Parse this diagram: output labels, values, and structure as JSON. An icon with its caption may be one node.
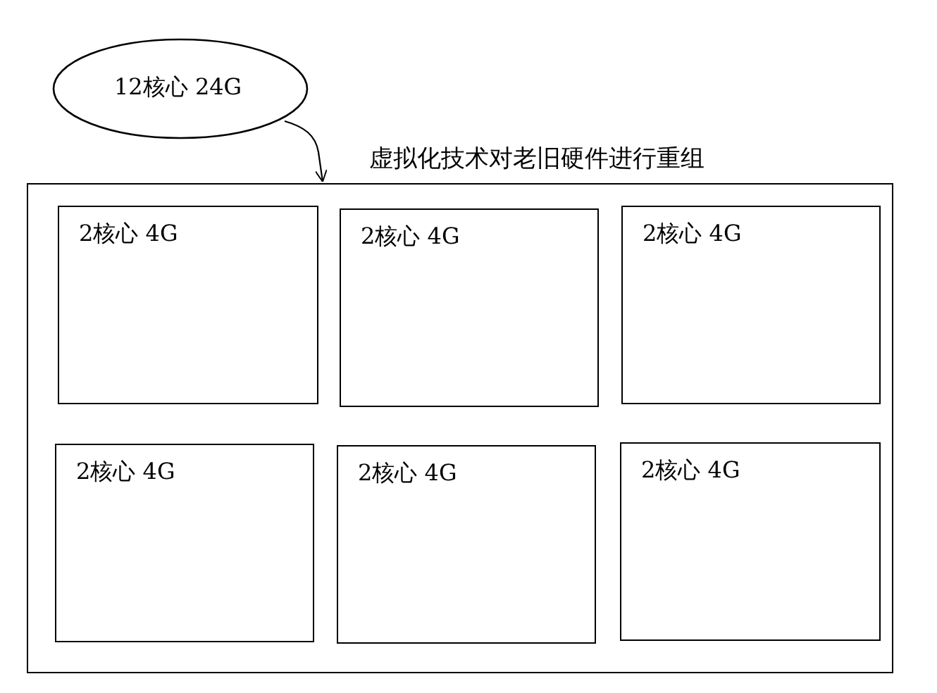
{
  "diagram": {
    "nodes": [
      {
        "text": [
          "12核心 24G"
        ]
      },
      {
        "text": [
          "虚拟化技术对老旧硬件进行重组"
        ]
      },
      {
        "text": [
          "2核心 4G"
        ],
        "in": 1
      },
      {
        "text": [
          "2核心 4G"
        ],
        "in": 1
      },
      {
        "text": [
          "2核心 4G"
        ],
        "in": 1
      },
      {
        "text": [
          "2核心 4G"
        ],
        "in": 1
      },
      {
        "text": [
          "2核心 4G"
        ],
        "in": 1
      },
      {
        "text": [
          "2核心 4G"
        ],
        "in": 1
      }
    ],
    "edges": [
      {
        "from": 0,
        "to": 1,
        "arrow": "to"
      }
    ]
  }
}
